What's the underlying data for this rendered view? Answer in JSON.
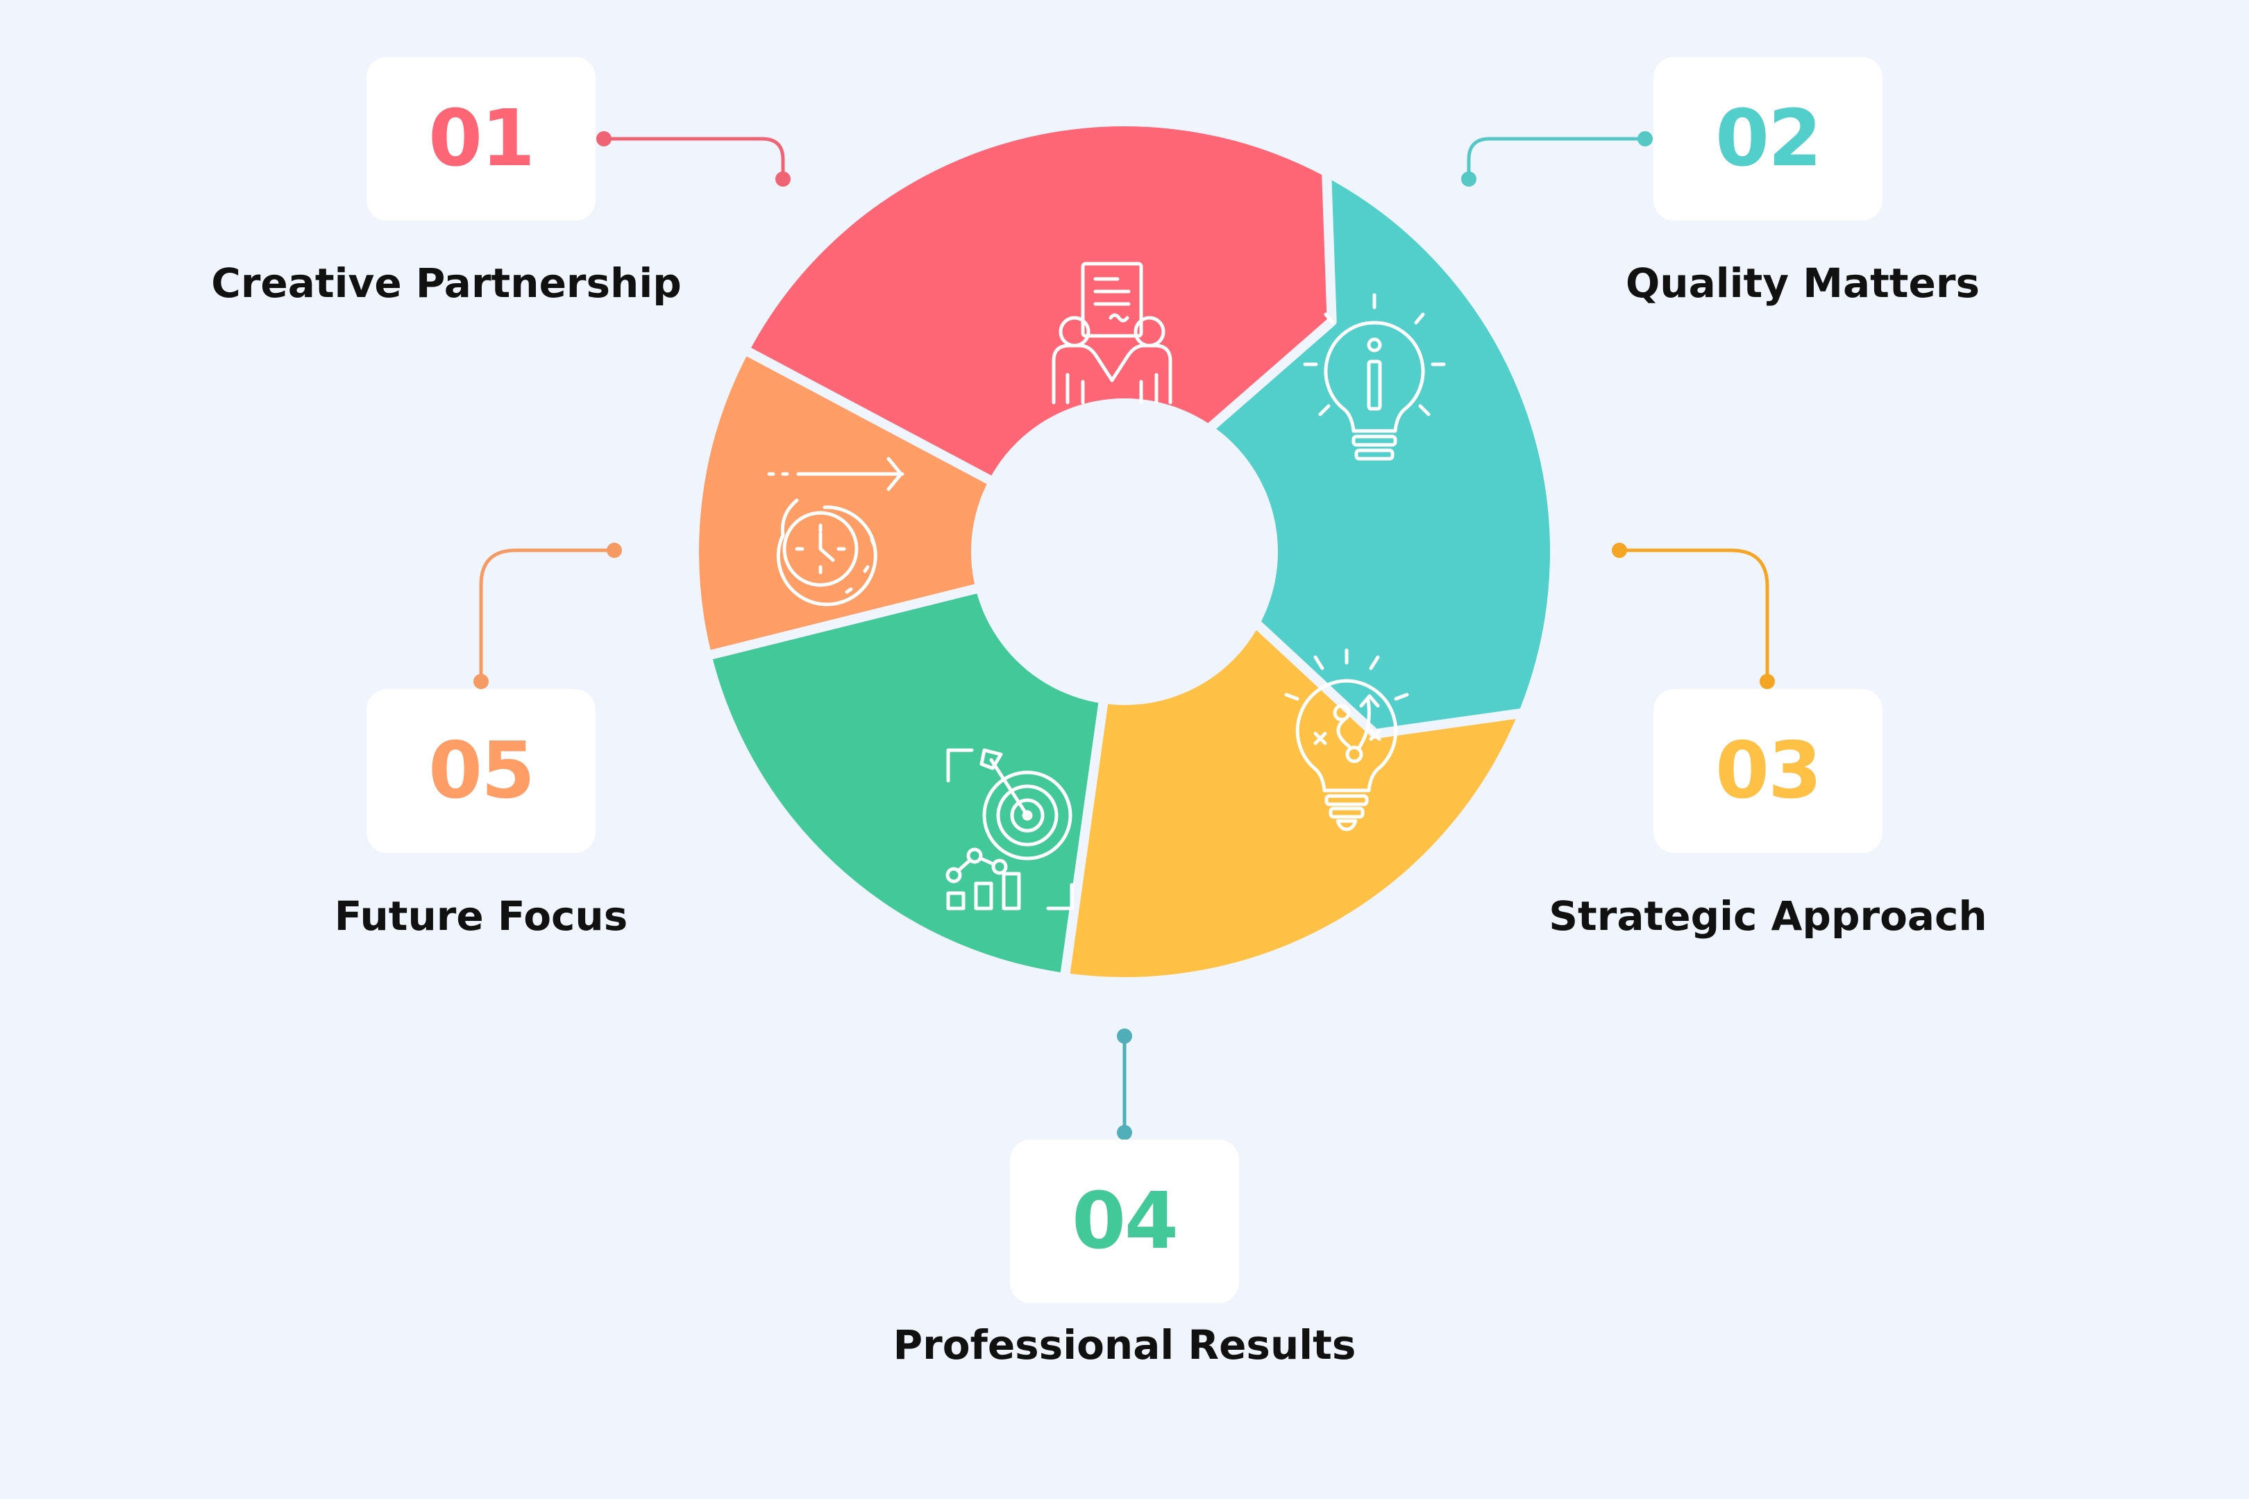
{
  "steps": [
    {
      "number": "01",
      "label": "Creative Partnership",
      "color": "#fe6575",
      "icon": "handshake-contract-icon"
    },
    {
      "number": "02",
      "label": "Quality Matters",
      "color": "#52cfca",
      "icon": "info-lightbulb-icon"
    },
    {
      "number": "03",
      "label": "Strategic Approach",
      "color": "#fec045",
      "icon": "strategy-lightbulb-icon"
    },
    {
      "number": "04",
      "label": "Professional Results",
      "color": "#42c899",
      "icon": "target-chart-icon"
    },
    {
      "number": "05",
      "label": "Future Focus",
      "color": "#fe9d65",
      "icon": "clock-arrow-icon"
    }
  ],
  "connector_colors": [
    "#f06374",
    "#55c8c6",
    "#f5a524",
    "#50aeb8",
    "#f59a62"
  ]
}
